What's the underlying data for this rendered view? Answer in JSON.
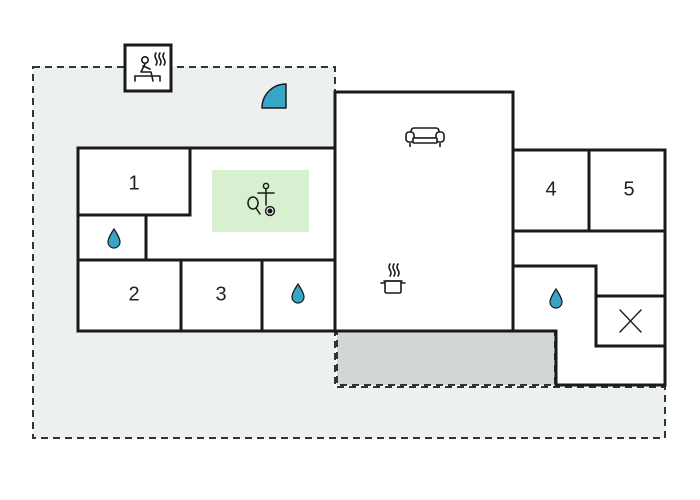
{
  "colors": {
    "wall": "#1a1a1a",
    "outdoor": "#edf0f0",
    "terrace": "#d3d6d7",
    "activity_zone": "#d7f1d0",
    "water_icon": "#39a5c6",
    "door_icon": "#39a5c6"
  },
  "rooms": [
    {
      "id": "room-1",
      "label": "1"
    },
    {
      "id": "room-2",
      "label": "2"
    },
    {
      "id": "room-3",
      "label": "3"
    },
    {
      "id": "room-4",
      "label": "4"
    },
    {
      "id": "room-5",
      "label": "5"
    }
  ],
  "icons": {
    "sauna": "sauna-icon",
    "door": "door-icon",
    "living_room": "sofa-icon",
    "kitchen": "cooking-pot-icon",
    "activities": "table-tennis-football-icon",
    "bathroom": "water-drop-icon",
    "utility": "cross-icon"
  }
}
